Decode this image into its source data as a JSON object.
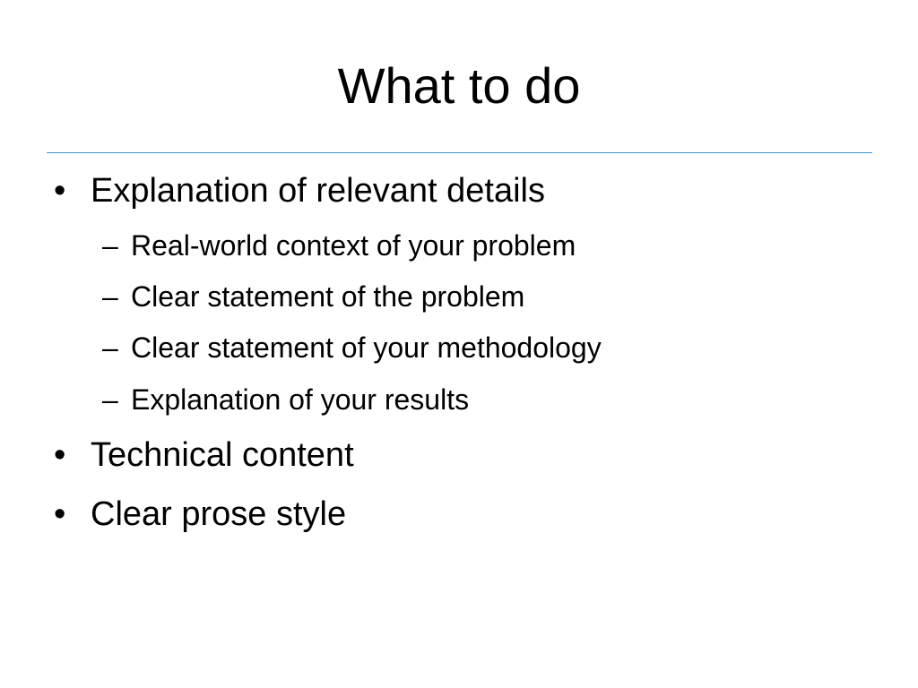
{
  "slide": {
    "title": "What to do",
    "accent_color": "#3a8fd6",
    "bullets": [
      {
        "marker": "•",
        "text": "Explanation of relevant details",
        "sub": [
          {
            "marker": "–",
            "text": "Real-world context of your problem"
          },
          {
            "marker": "–",
            "text": "Clear statement of the problem"
          },
          {
            "marker": "–",
            "text": "Clear statement of your methodology"
          },
          {
            "marker": "–",
            "text": "Explanation of your results"
          }
        ]
      },
      {
        "marker": "•",
        "text": "Technical content"
      },
      {
        "marker": "•",
        "text": "Clear prose style"
      }
    ]
  }
}
